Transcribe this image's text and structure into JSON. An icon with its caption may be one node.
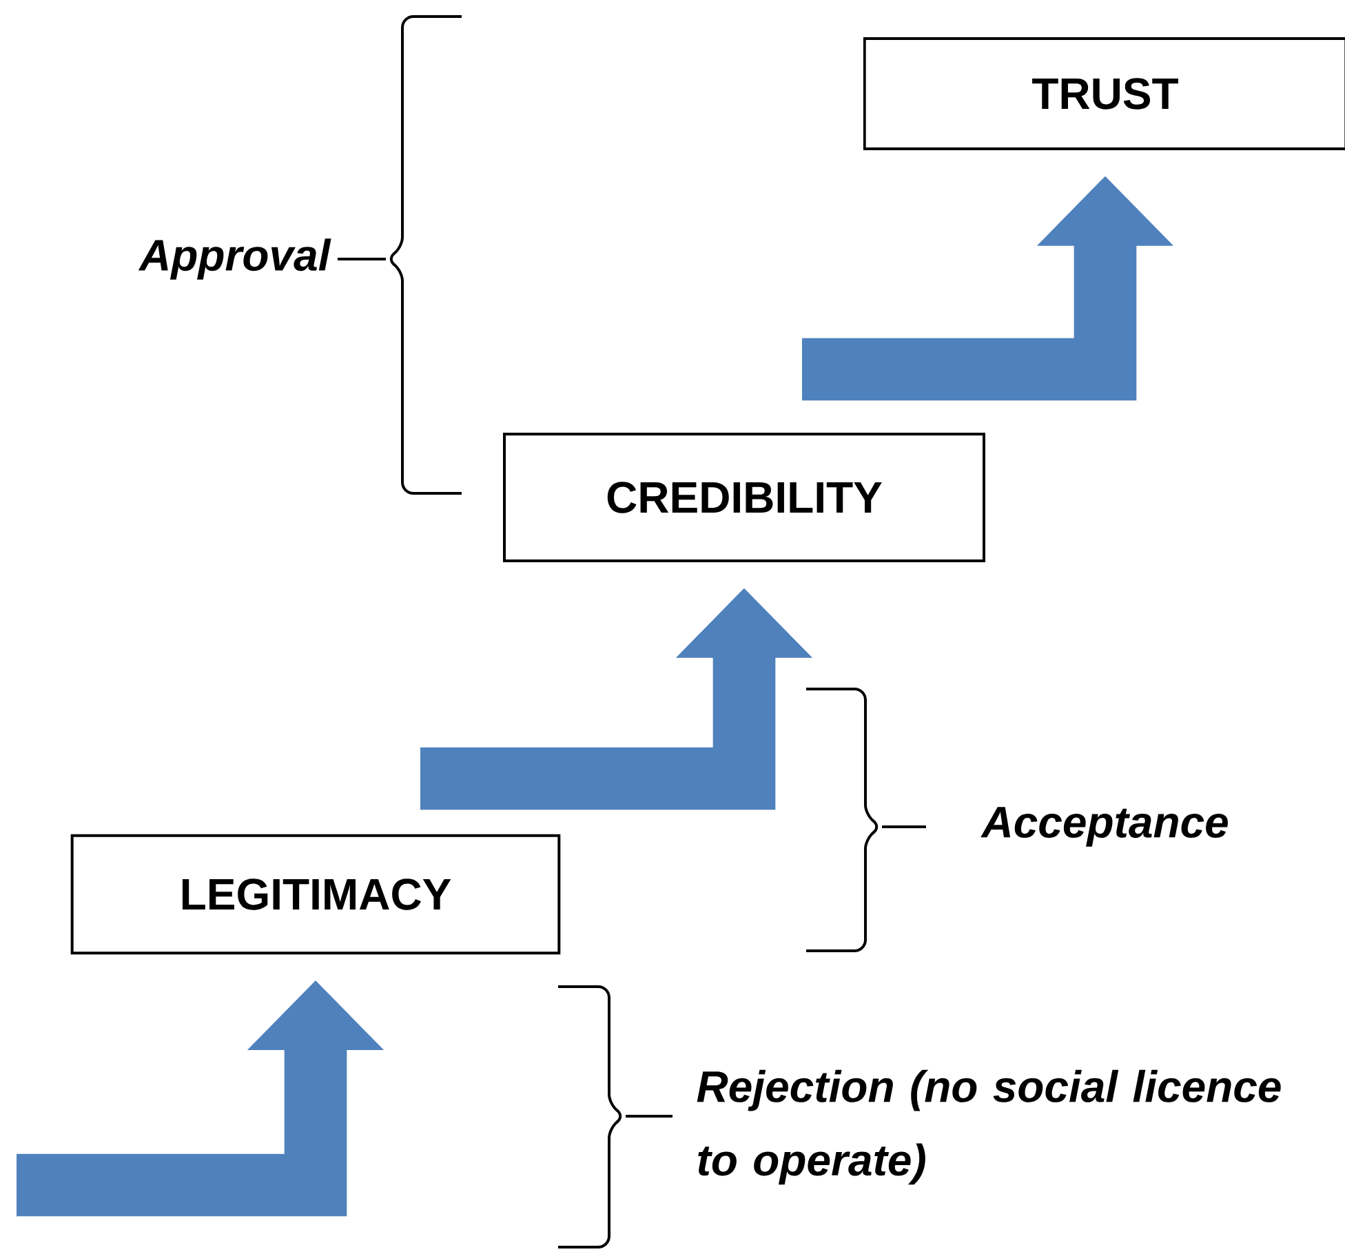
{
  "diagram": {
    "nodes": [
      {
        "text": [
          "TRUST"
        ]
      },
      {
        "text": [
          "CREDIBILITY"
        ]
      },
      {
        "text": [
          "LEGITIMACY"
        ]
      }
    ],
    "edges": [
      {
        "from": null,
        "to": 2,
        "arrow": "to"
      },
      {
        "from": null,
        "to": 1,
        "arrow": "to"
      },
      {
        "from": null,
        "to": 0,
        "arrow": "to"
      }
    ],
    "labels": [
      "Approval",
      "Acceptance",
      "Rejection (no social licence to operate)"
    ]
  }
}
